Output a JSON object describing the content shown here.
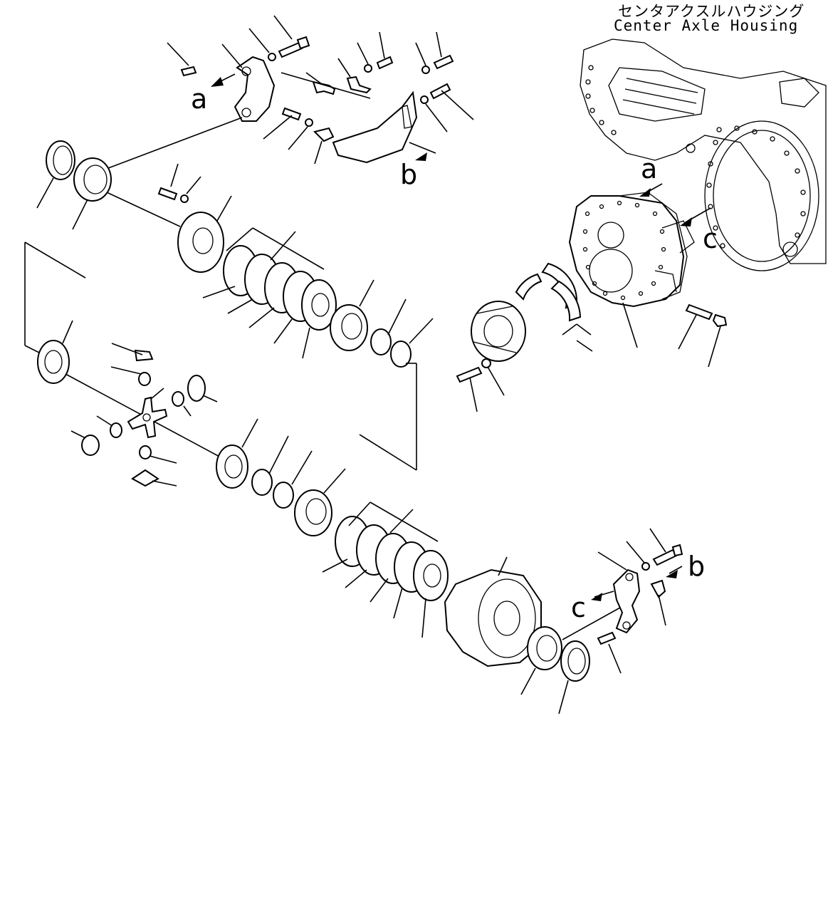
{
  "header": {
    "title_jp": "センタアクスルハウジング",
    "title_en": "Center Axle Housing"
  },
  "callouts": {
    "a1": "a",
    "b1": "b",
    "a2": "a",
    "c1": "c",
    "c2": "c",
    "b2": "b"
  }
}
